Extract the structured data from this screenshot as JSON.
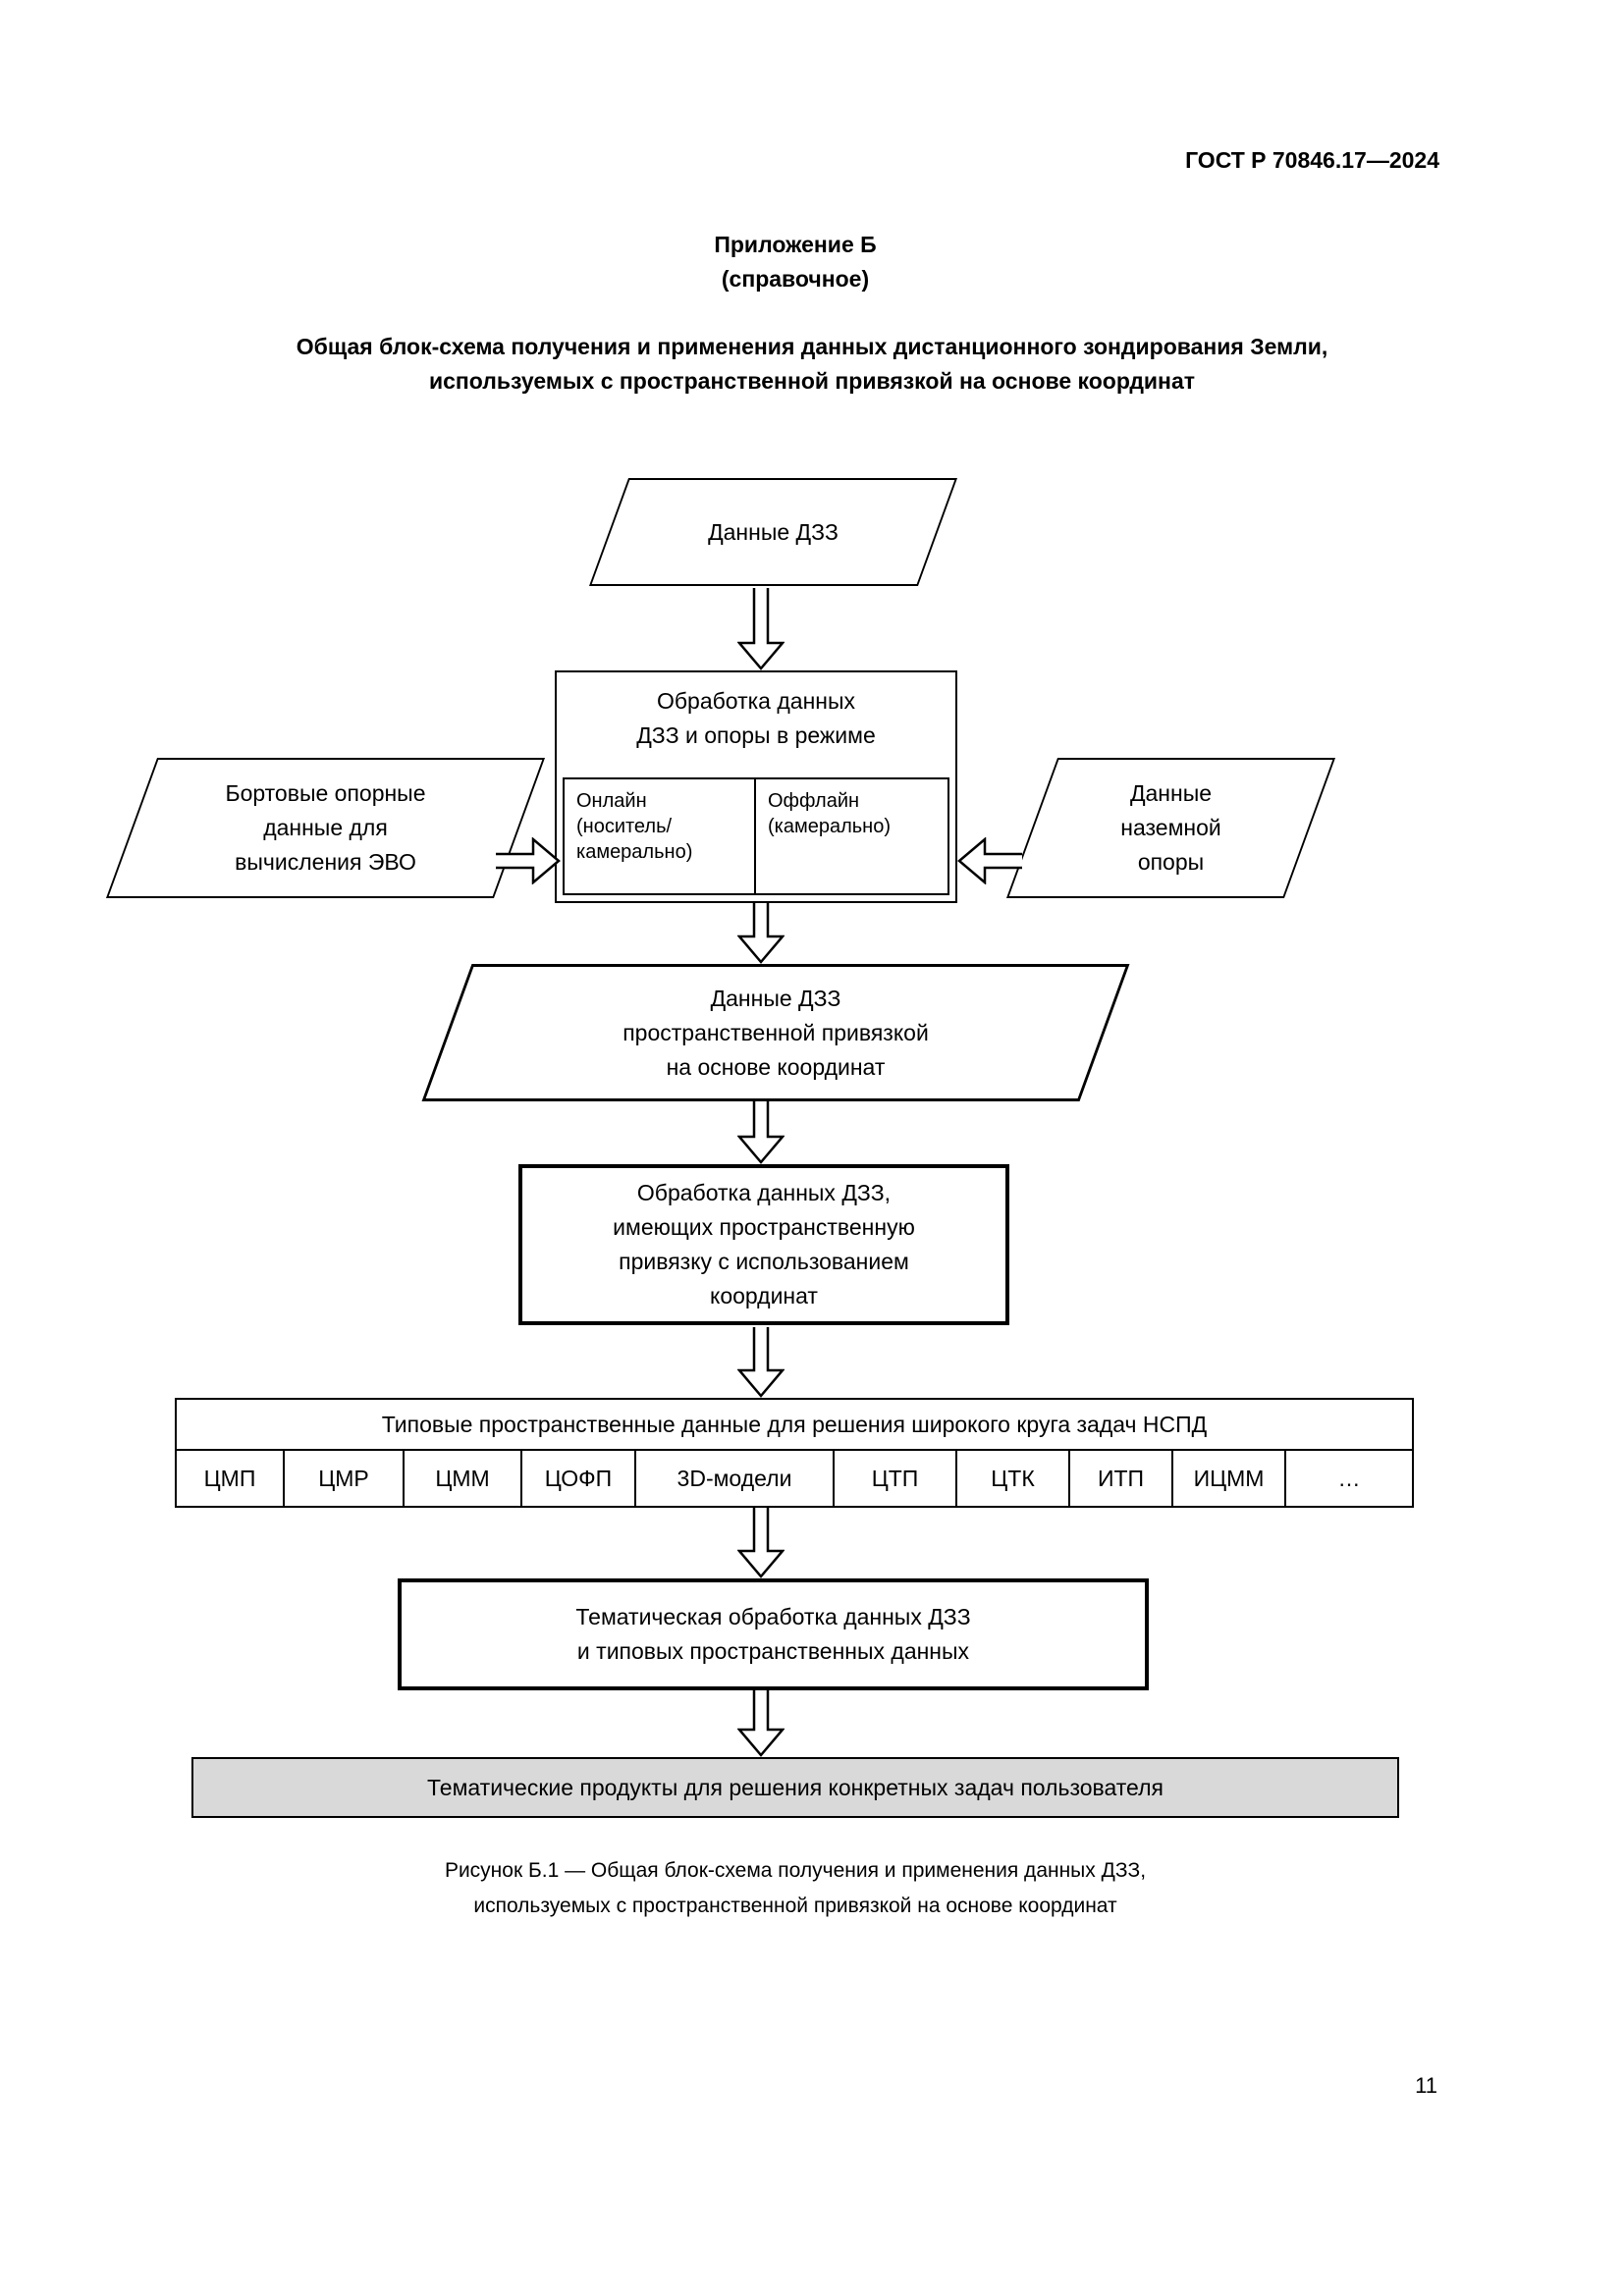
{
  "page": {
    "doc_number": "ГОСТ Р 70846.17—2024",
    "appendix": "Приложение Б",
    "appendix_note": "(справочное)",
    "heading": "Общая блок-схема получения и применения данных дистанционного зондирования Земли,\nиспользуемых с пространственной привязкой на основе координат",
    "figure_caption": "Рисунок Б.1 — Общая блок-схема получения и применения данных ДЗЗ,\nиспользуемых с пространственной привязкой на основе координат",
    "page_number": "11"
  },
  "flowchart": {
    "input_data": "Данные ДЗЗ",
    "processing_title": "Обработка данных\nДЗЗ и опоры в режиме",
    "mode_online": "Онлайн\n(носитель/\nкамерально)",
    "mode_offline": "Оффлайн\n(камерально)",
    "onboard_data": "Бортовые опорные\nданные для\nвычисления ЭВО",
    "ground_data": "Данные\nназемной\nопоры",
    "georeferenced_data": "Данные ДЗЗ\nпространственной привязкой\nна основе координат",
    "processing2": "Обработка данных ДЗЗ,\nимеющих пространственную\nпривязку с использованием\nкоординат",
    "typical_header": "Типовые пространственные данные для решения широкого круга задач НСПД",
    "typical_cells": [
      "ЦМП",
      "ЦМР",
      "ЦММ",
      "ЦОФП",
      "3D-модели",
      "ЦТП",
      "ЦТК",
      "ИТП",
      "ИЦММ",
      "…"
    ],
    "thematic_processing": "Тематическая обработка данных ДЗЗ\nи типовых пространственных данных",
    "thematic_products": "Тематические продукты для решения конкретных задач пользователя"
  },
  "colors": {
    "products_fill": "#d9d9d9",
    "border": "#000000",
    "page_bg": "#ffffff"
  }
}
